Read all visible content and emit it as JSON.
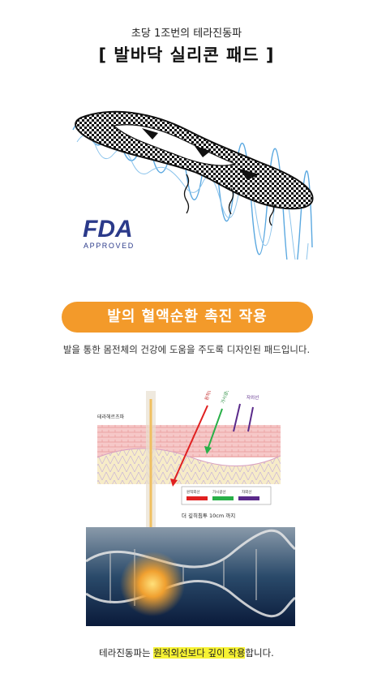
{
  "header": {
    "subtitle": "초당 1조번의 테라진동파",
    "title": "[ 발바닥 실리콘 패드 ]"
  },
  "badge": {
    "logo_text": "FDA",
    "label": "APPROVED"
  },
  "section": {
    "pill_text": "발의 혈액순환 촉진 작용",
    "description": "발을 통한 몸전체의 건강에 도움을 주도록 디자인된 패드입니다."
  },
  "diagram": {
    "label_terawave": "테라헤르츠파",
    "label_infrared": "원적외선",
    "label_visible": "가시광선",
    "label_uv": "자외선",
    "legend_infrared": "원적외선",
    "legend_visible": "가시광선",
    "legend_uv": "자외선",
    "depth_caption": "더 깊히침투  10cm 까지",
    "colors": {
      "infrared": "#e02020",
      "visible": "#28b048",
      "uv": "#5a2a8a",
      "beam": "#f0c060"
    }
  },
  "footer": {
    "text_before": "테라진동파는 ",
    "text_highlight": "원적외선보다 깊이 작용",
    "text_after": "합니다."
  }
}
